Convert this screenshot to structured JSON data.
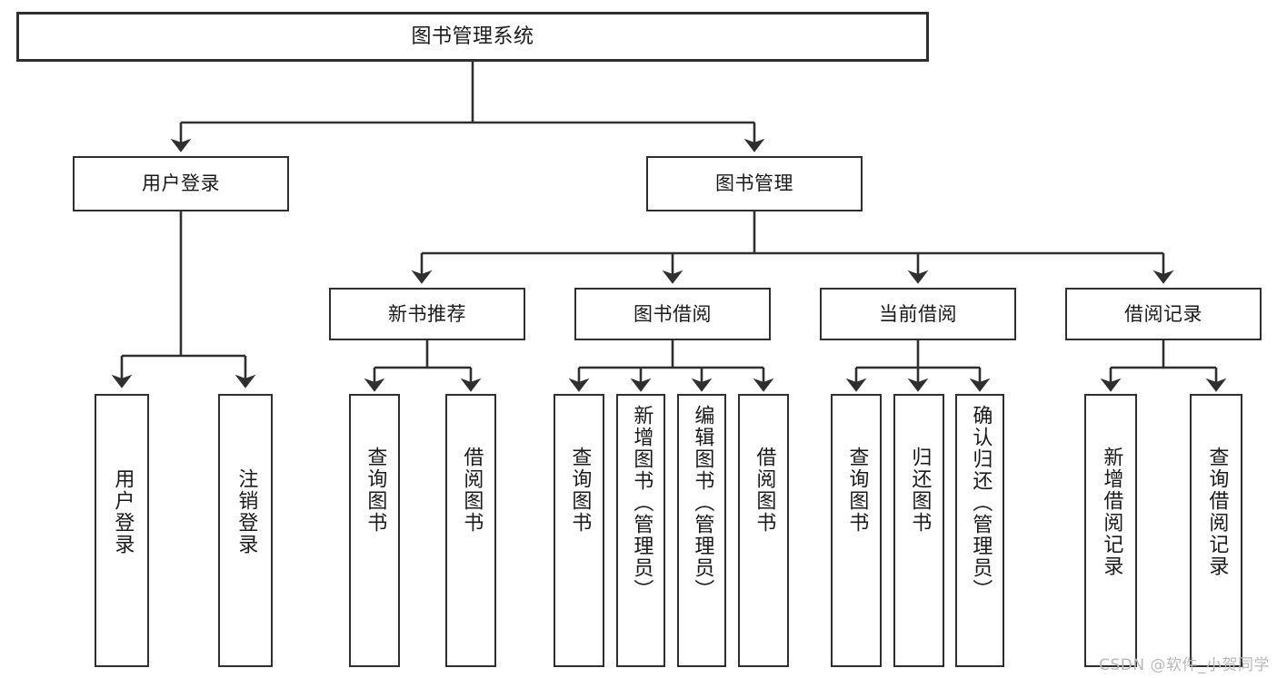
{
  "diagram": {
    "type": "tree-hierarchy-chart",
    "title": "图书管理系统",
    "stroke_color": "#2f2f2f",
    "background_color": "#ffffff",
    "levels": {
      "root": {
        "label": "图书管理系统"
      },
      "level2": [
        {
          "label": "用户登录"
        },
        {
          "label": "图书管理"
        }
      ],
      "level3": [
        {
          "label": "新书推荐"
        },
        {
          "label": "图书借阅"
        },
        {
          "label": "当前借阅"
        },
        {
          "label": "借阅记录"
        }
      ],
      "leaves_user_login": [
        {
          "label": "用户登录"
        },
        {
          "label": "注销登录"
        }
      ],
      "leaves_new_books": [
        {
          "label": "查询图书"
        },
        {
          "label": "借阅图书"
        }
      ],
      "leaves_borrow": [
        {
          "label": "查询图书"
        },
        {
          "label": "新增图书（管理员）"
        },
        {
          "label": "编辑图书（管理员）"
        },
        {
          "label": "借阅图书"
        }
      ],
      "leaves_current": [
        {
          "label": "查询图书"
        },
        {
          "label": "归还图书"
        },
        {
          "label": "确认归还（管理员）"
        }
      ],
      "leaves_records": [
        {
          "label": "新增借阅记录"
        },
        {
          "label": "查询借阅记录"
        }
      ]
    }
  },
  "watermark": {
    "text": "CSDN @软件_小贺同学"
  }
}
